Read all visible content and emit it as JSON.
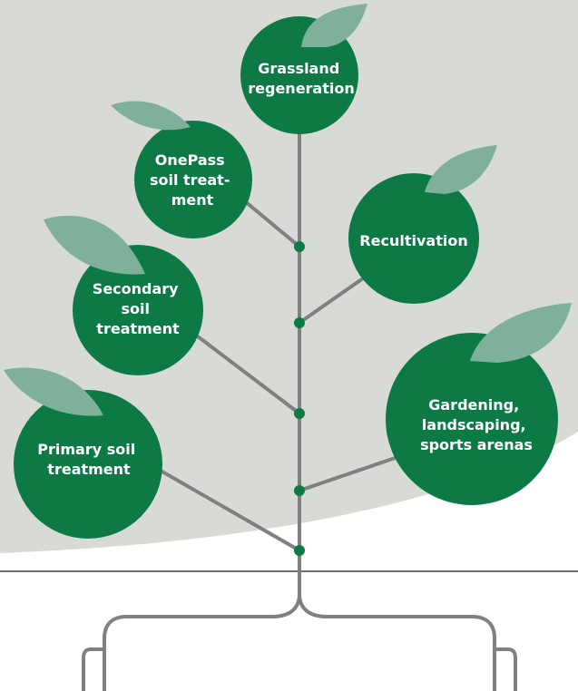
{
  "colors": {
    "background_band": "#d8dad6",
    "circle_green": "#0d7a46",
    "leaf_green": "#7fb19a",
    "stem_gray": "#7f8081",
    "joint_green": "#0d7a46",
    "ground_line": "#6d6e70",
    "label_text": "#ffffff"
  },
  "nodes": [
    {
      "id": "grassland-regeneration",
      "lines": [
        "Grassland",
        "regeneration"
      ]
    },
    {
      "id": "onepass-soil-treatment",
      "lines": [
        "OnePass",
        "soil treat-",
        "ment"
      ]
    },
    {
      "id": "recultivation",
      "lines": [
        "Recultivation"
      ]
    },
    {
      "id": "secondary-soil-treatment",
      "lines": [
        "Secondary",
        "soil",
        "treatment"
      ]
    },
    {
      "id": "gardening-landscaping-sports-arenas",
      "lines": [
        "Gardening,",
        "landscaping,",
        "sports arenas"
      ]
    },
    {
      "id": "primary-soil-treatment",
      "lines": [
        "Primary soil",
        "treatment"
      ]
    }
  ]
}
